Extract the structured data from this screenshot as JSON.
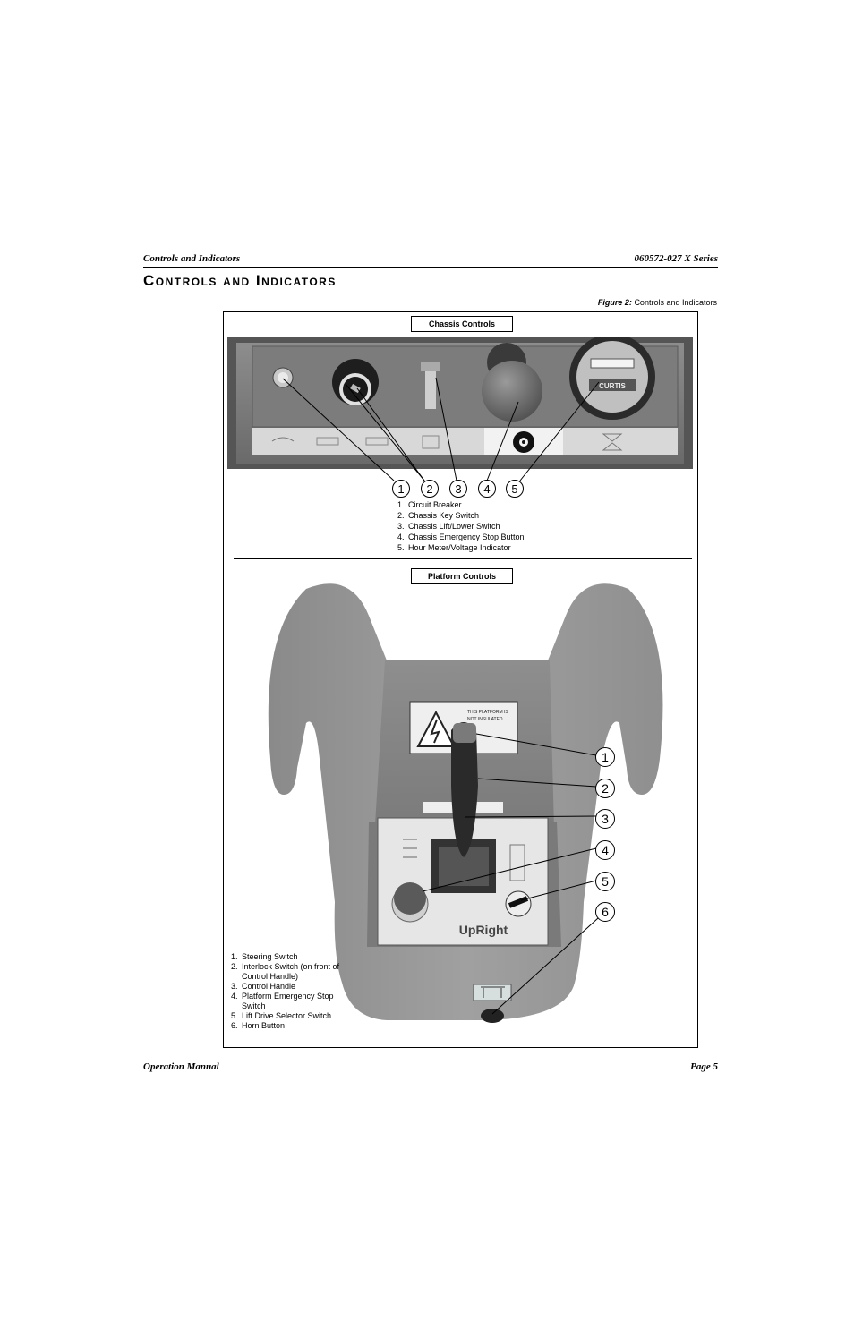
{
  "header": {
    "section": "Controls and Indicators",
    "series": "060572-027 X Series"
  },
  "title": "Controls and Indicators",
  "figure": {
    "label": "Figure 2:",
    "caption": "Controls and Indicators"
  },
  "chassis": {
    "box_label": "Chassis Controls",
    "callouts": [
      "1",
      "2",
      "3",
      "4",
      "5"
    ],
    "items": [
      {
        "num": "1",
        "text": "Circuit Breaker"
      },
      {
        "num": "2.",
        "text": "Chassis Key Switch"
      },
      {
        "num": "3.",
        "text": "Chassis Lift/Lower Switch"
      },
      {
        "num": "4.",
        "text": "Chassis Emergency Stop Button"
      },
      {
        "num": "5.",
        "text": "Hour Meter/Voltage Indicator"
      }
    ],
    "meter_brand": "CURTIS"
  },
  "platform": {
    "box_label": "Platform Controls",
    "callouts": [
      "1",
      "2",
      "3",
      "4",
      "5",
      "6"
    ],
    "items": [
      {
        "num": "1.",
        "text": "Steering Switch"
      },
      {
        "num": "2.",
        "text": "Interlock Switch (on front of Control Handle)"
      },
      {
        "num": "3.",
        "text": "Control Handle"
      },
      {
        "num": "4.",
        "text": "Platform Emergency Stop Switch"
      },
      {
        "num": "5.",
        "text": "Lift Drive Selector Switch"
      },
      {
        "num": "6.",
        "text": "Horn Button"
      }
    ],
    "brand": "UpRight",
    "warning_lines": [
      "THIS PLATFORM IS",
      "NOT INSULATED."
    ]
  },
  "footer": {
    "left": "Operation Manual",
    "right": "Page 5"
  }
}
